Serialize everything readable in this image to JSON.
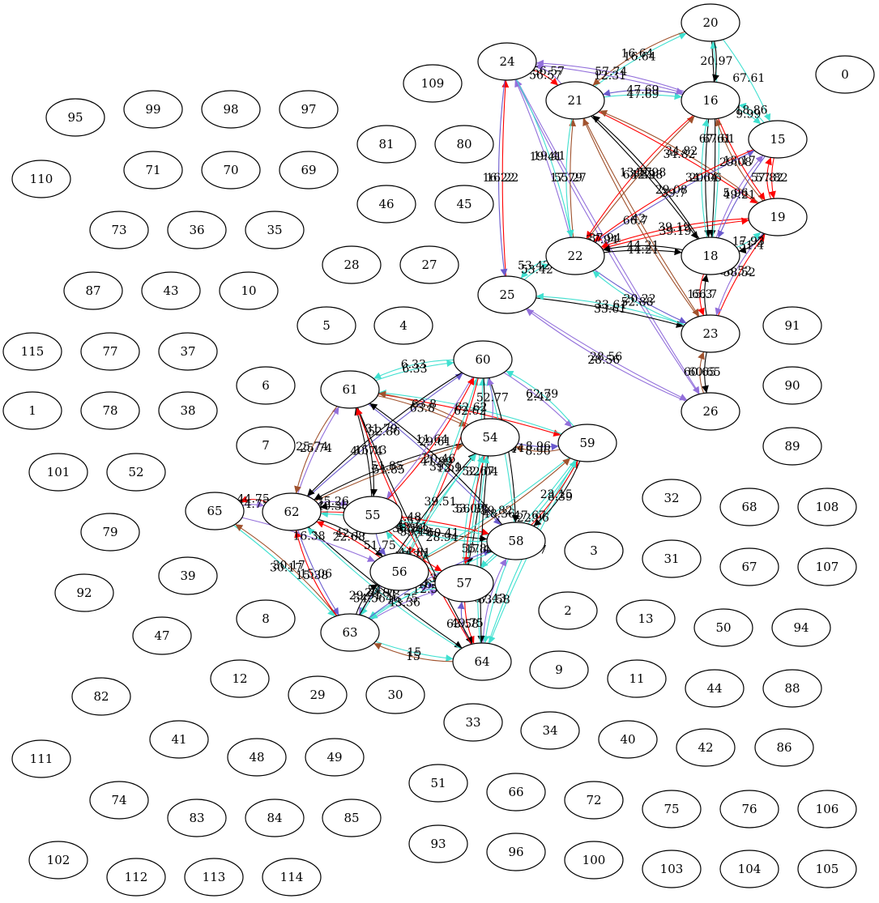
{
  "colors": {
    "black": "#000000",
    "red": "#ff0000",
    "turquoise": "#40e0d0",
    "brown": "#a0522d",
    "purple": "#9370db",
    "slateblue": "#6a5acd"
  },
  "nodes": [
    {
      "id": "0"
    },
    {
      "id": "1"
    },
    {
      "id": "2"
    },
    {
      "id": "3"
    },
    {
      "id": "4"
    },
    {
      "id": "5"
    },
    {
      "id": "6"
    },
    {
      "id": "7"
    },
    {
      "id": "8"
    },
    {
      "id": "9"
    },
    {
      "id": "10"
    },
    {
      "id": "11"
    },
    {
      "id": "12"
    },
    {
      "id": "13"
    },
    {
      "id": "15"
    },
    {
      "id": "16"
    },
    {
      "id": "18"
    },
    {
      "id": "19"
    },
    {
      "id": "20"
    },
    {
      "id": "21"
    },
    {
      "id": "22"
    },
    {
      "id": "23"
    },
    {
      "id": "24"
    },
    {
      "id": "25"
    },
    {
      "id": "26"
    },
    {
      "id": "27"
    },
    {
      "id": "28"
    },
    {
      "id": "29"
    },
    {
      "id": "30"
    },
    {
      "id": "31"
    },
    {
      "id": "32"
    },
    {
      "id": "33"
    },
    {
      "id": "34"
    },
    {
      "id": "35"
    },
    {
      "id": "36"
    },
    {
      "id": "37"
    },
    {
      "id": "38"
    },
    {
      "id": "39"
    },
    {
      "id": "40"
    },
    {
      "id": "41"
    },
    {
      "id": "42"
    },
    {
      "id": "43"
    },
    {
      "id": "44"
    },
    {
      "id": "45"
    },
    {
      "id": "46"
    },
    {
      "id": "47"
    },
    {
      "id": "48"
    },
    {
      "id": "49"
    },
    {
      "id": "50"
    },
    {
      "id": "51"
    },
    {
      "id": "52"
    },
    {
      "id": "54"
    },
    {
      "id": "55"
    },
    {
      "id": "56"
    },
    {
      "id": "57"
    },
    {
      "id": "58"
    },
    {
      "id": "59"
    },
    {
      "id": "60"
    },
    {
      "id": "61"
    },
    {
      "id": "62"
    },
    {
      "id": "63"
    },
    {
      "id": "64"
    },
    {
      "id": "65"
    },
    {
      "id": "66"
    },
    {
      "id": "67"
    },
    {
      "id": "68"
    },
    {
      "id": "69"
    },
    {
      "id": "70"
    },
    {
      "id": "71"
    },
    {
      "id": "72"
    },
    {
      "id": "73"
    },
    {
      "id": "74"
    },
    {
      "id": "75"
    },
    {
      "id": "76"
    },
    {
      "id": "77"
    },
    {
      "id": "78"
    },
    {
      "id": "79"
    },
    {
      "id": "80"
    },
    {
      "id": "81"
    },
    {
      "id": "82"
    },
    {
      "id": "83"
    },
    {
      "id": "84"
    },
    {
      "id": "85"
    },
    {
      "id": "86"
    },
    {
      "id": "87"
    },
    {
      "id": "88"
    },
    {
      "id": "89"
    },
    {
      "id": "90"
    },
    {
      "id": "91"
    },
    {
      "id": "92"
    },
    {
      "id": "93"
    },
    {
      "id": "94"
    },
    {
      "id": "95"
    },
    {
      "id": "96"
    },
    {
      "id": "97"
    },
    {
      "id": "98"
    },
    {
      "id": "99"
    },
    {
      "id": "100"
    },
    {
      "id": "101"
    },
    {
      "id": "102"
    },
    {
      "id": "103"
    },
    {
      "id": "104"
    },
    {
      "id": "105"
    },
    {
      "id": "106"
    },
    {
      "id": "107"
    },
    {
      "id": "108"
    },
    {
      "id": "109"
    },
    {
      "id": "110"
    },
    {
      "id": "111"
    },
    {
      "id": "112"
    },
    {
      "id": "113"
    },
    {
      "id": "114"
    },
    {
      "id": "115"
    }
  ],
  "edges": [
    {
      "from": "24",
      "to": "21",
      "label": "56.57",
      "color": "red"
    },
    {
      "from": "21",
      "to": "24",
      "label": "56.57",
      "color": "purple"
    },
    {
      "from": "21",
      "to": "20",
      "label": "16.64",
      "color": "turquoise"
    },
    {
      "from": "20",
      "to": "21",
      "label": "16.64",
      "color": "brown"
    },
    {
      "from": "20",
      "to": "18",
      "label": "67.61",
      "color": "black"
    },
    {
      "from": "18",
      "to": "20",
      "label": "67.61",
      "color": "turquoise"
    },
    {
      "from": "25",
      "to": "24",
      "label": "16.22",
      "color": "red"
    },
    {
      "from": "24",
      "to": "25",
      "label": "16.22",
      "color": "slateblue"
    },
    {
      "from": "24",
      "to": "26",
      "label": "37.94",
      "color": "purple"
    },
    {
      "from": "26",
      "to": "24",
      "label": "37.94",
      "color": "purple"
    },
    {
      "from": "22",
      "to": "24",
      "label": "19.41",
      "color": "purple"
    },
    {
      "from": "24",
      "to": "22",
      "label": "19.41",
      "color": "turquoise"
    },
    {
      "from": "22",
      "to": "21",
      "label": "55.27",
      "color": "brown"
    },
    {
      "from": "21",
      "to": "22",
      "label": "17.79",
      "color": "turquoise"
    },
    {
      "from": "22",
      "to": "19",
      "label": "39.19",
      "color": "red"
    },
    {
      "from": "19",
      "to": "22",
      "label": "39.19",
      "color": "red"
    },
    {
      "from": "22",
      "to": "18",
      "label": "44.21",
      "color": "black"
    },
    {
      "from": "18",
      "to": "22",
      "label": "44.21",
      "color": "black"
    },
    {
      "from": "22",
      "to": "23",
      "label": "20.22",
      "color": "slateblue"
    },
    {
      "from": "23",
      "to": "22",
      "label": "52.88",
      "color": "turquoise"
    },
    {
      "from": "21",
      "to": "23",
      "label": "42",
      "color": "brown"
    },
    {
      "from": "23",
      "to": "21",
      "label": "66.7",
      "color": "brown"
    },
    {
      "from": "21",
      "to": "19",
      "label": "34.82",
      "color": "red"
    },
    {
      "from": "19",
      "to": "21",
      "label": "34.82",
      "color": "brown"
    },
    {
      "from": "21",
      "to": "16",
      "label": "47.69",
      "color": "turquoise"
    },
    {
      "from": "16",
      "to": "21",
      "label": "47.69",
      "color": "slateblue"
    },
    {
      "from": "25",
      "to": "22",
      "label": "53.42",
      "color": "turquoise"
    },
    {
      "from": "22",
      "to": "25",
      "label": "53.42",
      "color": "turquoise"
    },
    {
      "from": "25",
      "to": "23",
      "label": "33.61",
      "color": "black"
    },
    {
      "from": "23",
      "to": "25",
      "label": "33.61",
      "color": "turquoise"
    },
    {
      "from": "25",
      "to": "26",
      "label": "28.56",
      "color": "purple"
    },
    {
      "from": "26",
      "to": "25",
      "label": "28.56",
      "color": "purple"
    },
    {
      "from": "23",
      "to": "26",
      "label": "60.65",
      "color": "black"
    },
    {
      "from": "26",
      "to": "23",
      "label": "60.65",
      "color": "brown"
    },
    {
      "from": "23",
      "to": "18",
      "label": "66.7",
      "color": "black"
    },
    {
      "from": "18",
      "to": "23",
      "label": "15.3",
      "color": "red"
    },
    {
      "from": "23",
      "to": "19",
      "label": "58.52",
      "color": "red"
    },
    {
      "from": "19",
      "to": "23",
      "label": "58.52",
      "color": "purple"
    },
    {
      "from": "18",
      "to": "19",
      "label": "17.93",
      "color": "turquoise"
    },
    {
      "from": "19",
      "to": "18",
      "label": "51.4",
      "color": "black"
    },
    {
      "from": "16",
      "to": "15",
      "label": "9.99",
      "color": "turquoise"
    },
    {
      "from": "15",
      "to": "16",
      "label": "18.86",
      "color": "turquoise"
    },
    {
      "from": "15",
      "to": "19",
      "label": "57.82",
      "color": "red"
    },
    {
      "from": "19",
      "to": "15",
      "label": "57.82",
      "color": "red"
    },
    {
      "from": "20",
      "to": "15",
      "label": "67.61",
      "color": "turquoise"
    },
    {
      "from": "16",
      "to": "18",
      "label": "20.06",
      "color": "black"
    },
    {
      "from": "18",
      "to": "16",
      "label": "34.64",
      "color": "turquoise"
    },
    {
      "from": "15",
      "to": "18",
      "label": "49.21",
      "color": "slateblue"
    },
    {
      "from": "18",
      "to": "15",
      "label": "5.96",
      "color": "purple"
    },
    {
      "from": "16",
      "to": "19",
      "label": "13.17",
      "color": "red"
    },
    {
      "from": "19",
      "to": "16",
      "label": "29.08",
      "color": "brown"
    },
    {
      "from": "22",
      "to": "16",
      "label": "63.32",
      "color": "brown"
    },
    {
      "from": "16",
      "to": "22",
      "label": "13.17",
      "color": "red"
    },
    {
      "from": "21",
      "to": "18",
      "label": "42.98",
      "color": "black"
    },
    {
      "from": "18",
      "to": "21",
      "label": "42.98",
      "color": "black"
    },
    {
      "from": "20",
      "to": "16",
      "label": "20.97",
      "color": "black"
    },
    {
      "from": "22",
      "to": "15",
      "label": "39.7",
      "color": "slateblue"
    },
    {
      "from": "15",
      "to": "22",
      "label": "29.08",
      "color": "red"
    },
    {
      "from": "24",
      "to": "16",
      "label": "12.31",
      "color": "purple"
    },
    {
      "from": "16",
      "to": "24",
      "label": "57.74",
      "color": "purple"
    },
    {
      "from": "61",
      "to": "60",
      "label": "6.33",
      "color": "turquoise"
    },
    {
      "from": "60",
      "to": "61",
      "label": "6.33",
      "color": "turquoise"
    },
    {
      "from": "60",
      "to": "59",
      "label": "2.42",
      "color": "purple"
    },
    {
      "from": "59",
      "to": "60",
      "label": "62.79",
      "color": "turquoise"
    },
    {
      "from": "61",
      "to": "59",
      "label": "62.62",
      "color": "red"
    },
    {
      "from": "59",
      "to": "61",
      "label": "62.62",
      "color": "turquoise"
    },
    {
      "from": "61",
      "to": "54",
      "label": "63.8",
      "color": "brown"
    },
    {
      "from": "54",
      "to": "61",
      "label": "63.8",
      "color": "brown"
    },
    {
      "from": "54",
      "to": "59",
      "label": "8.96",
      "color": "slateblue"
    },
    {
      "from": "59",
      "to": "54",
      "label": "8.96",
      "color": "brown"
    },
    {
      "from": "62",
      "to": "61",
      "label": "25.74",
      "color": "purple"
    },
    {
      "from": "61",
      "to": "62",
      "label": "25.74",
      "color": "brown"
    },
    {
      "from": "62",
      "to": "60",
      "label": "52.86",
      "color": "slateblue"
    },
    {
      "from": "60",
      "to": "62",
      "label": "31.79",
      "color": "black"
    },
    {
      "from": "62",
      "to": "54",
      "label": "51.85",
      "color": "brown"
    },
    {
      "from": "54",
      "to": "62",
      "label": "51.85",
      "color": "black"
    },
    {
      "from": "65",
      "to": "62",
      "label": "44.75",
      "color": "purple"
    },
    {
      "from": "62",
      "to": "65",
      "label": "44.75",
      "color": "red"
    },
    {
      "from": "65",
      "to": "63",
      "label": "30.17",
      "color": "turquoise"
    },
    {
      "from": "63",
      "to": "65",
      "label": "30.17",
      "color": "brown"
    },
    {
      "from": "62",
      "to": "63",
      "label": "15.06",
      "color": "slateblue"
    },
    {
      "from": "63",
      "to": "62",
      "label": "15.38",
      "color": "red"
    },
    {
      "from": "63",
      "to": "64",
      "label": "15",
      "color": "turquoise"
    },
    {
      "from": "64",
      "to": "63",
      "label": "15",
      "color": "brown"
    },
    {
      "from": "62",
      "to": "64",
      "label": "54.56",
      "color": "black"
    },
    {
      "from": "64",
      "to": "62",
      "label": "29.91",
      "color": "turquoise"
    },
    {
      "from": "58",
      "to": "64",
      "label": "63.58",
      "color": "turquoise"
    },
    {
      "from": "64",
      "to": "58",
      "label": "67.43",
      "color": "purple"
    },
    {
      "from": "59",
      "to": "64",
      "label": "62.37",
      "color": "turquoise"
    },
    {
      "from": "64",
      "to": "59",
      "label": "8.39",
      "color": "turquoise"
    },
    {
      "from": "58",
      "to": "59",
      "label": "23.15",
      "color": "red"
    },
    {
      "from": "59",
      "to": "58",
      "label": "8.39",
      "color": "black"
    },
    {
      "from": "57",
      "to": "64",
      "label": "49.75",
      "color": "red"
    },
    {
      "from": "64",
      "to": "57",
      "label": "63.58",
      "color": "slateblue"
    },
    {
      "from": "56",
      "to": "63",
      "label": "54.56",
      "color": "purple"
    },
    {
      "from": "63",
      "to": "56",
      "label": "29.91",
      "color": "black"
    },
    {
      "from": "56",
      "to": "62",
      "label": "22.68",
      "color": "red"
    },
    {
      "from": "62",
      "to": "56",
      "label": "42.17",
      "color": "black"
    },
    {
      "from": "55",
      "to": "62",
      "label": "40.36",
      "color": "black"
    },
    {
      "from": "62",
      "to": "55",
      "label": "35.26",
      "color": "purple"
    },
    {
      "from": "55",
      "to": "61",
      "label": "40.74",
      "color": "black"
    },
    {
      "from": "61",
      "to": "55",
      "label": "15.13",
      "color": "black"
    },
    {
      "from": "56",
      "to": "60",
      "label": "39.51",
      "color": "turquoise"
    },
    {
      "from": "60",
      "to": "56",
      "label": "12.9",
      "color": "red"
    },
    {
      "from": "57",
      "to": "60",
      "label": "52.67",
      "color": "turquoise"
    },
    {
      "from": "60",
      "to": "57",
      "label": "32.04",
      "color": "black"
    },
    {
      "from": "58",
      "to": "60",
      "label": "23.4",
      "color": "turquoise"
    },
    {
      "from": "60",
      "to": "58",
      "label": "33.04",
      "color": "black"
    },
    {
      "from": "55",
      "to": "58",
      "label": "60.41",
      "color": "black"
    },
    {
      "from": "58",
      "to": "55",
      "label": "28.94",
      "color": "turquoise"
    },
    {
      "from": "56",
      "to": "57",
      "label": "16.2",
      "color": "slateblue"
    },
    {
      "from": "57",
      "to": "56",
      "label": "12.57",
      "color": "purple"
    },
    {
      "from": "54",
      "to": "57",
      "label": "56.37",
      "color": "red"
    },
    {
      "from": "57",
      "to": "54",
      "label": "33.09",
      "color": "turquoise"
    },
    {
      "from": "55",
      "to": "57",
      "label": "44.81",
      "color": "red"
    },
    {
      "from": "57",
      "to": "55",
      "label": "27.77",
      "color": "turquoise"
    },
    {
      "from": "63",
      "to": "57",
      "label": "43.36",
      "color": "purple"
    },
    {
      "from": "57",
      "to": "63",
      "label": "46.75",
      "color": "turquoise"
    },
    {
      "from": "61",
      "to": "58",
      "label": "41.99",
      "color": "slateblue"
    },
    {
      "from": "58",
      "to": "61",
      "label": "20.46",
      "color": "black"
    },
    {
      "from": "54",
      "to": "63",
      "label": "53.19",
      "color": "turquoise"
    },
    {
      "from": "63",
      "to": "54",
      "label": "63.42",
      "color": "black"
    },
    {
      "from": "59",
      "to": "56",
      "label": "30.82",
      "color": "turquoise"
    },
    {
      "from": "56",
      "to": "59",
      "label": "48.36",
      "color": "brown"
    },
    {
      "from": "60",
      "to": "55",
      "label": "11.64",
      "color": "purple"
    },
    {
      "from": "55",
      "to": "60",
      "label": "29.61",
      "color": "red"
    },
    {
      "from": "61",
      "to": "64",
      "label": "42.11",
      "color": "black"
    },
    {
      "from": "64",
      "to": "61",
      "label": "36.11",
      "color": "red"
    },
    {
      "from": "58",
      "to": "62",
      "label": "53.57",
      "color": "turquoise"
    },
    {
      "from": "62",
      "to": "58",
      "label": "14.48",
      "color": "red"
    },
    {
      "from": "54",
      "to": "64",
      "label": "17.49",
      "color": "black"
    },
    {
      "from": "64",
      "to": "54",
      "label": "55.81",
      "color": "turquoise"
    },
    {
      "from": "58",
      "to": "63",
      "label": "63.57",
      "color": "turquoise"
    },
    {
      "from": "63",
      "to": "58",
      "label": "12.38",
      "color": "slateblue"
    },
    {
      "from": "59",
      "to": "57",
      "label": "47.67",
      "color": "turquoise"
    },
    {
      "from": "57",
      "to": "59",
      "label": "22.96",
      "color": "turquoise"
    },
    {
      "from": "65",
      "to": "56",
      "label": "16.38",
      "color": "purple"
    },
    {
      "from": "56",
      "to": "54",
      "label": "39.51",
      "color": "turquoise"
    },
    {
      "from": "55",
      "to": "56",
      "label": "51.75",
      "color": "slateblue"
    },
    {
      "from": "54",
      "to": "60",
      "label": "52.77",
      "color": "purple"
    }
  ]
}
